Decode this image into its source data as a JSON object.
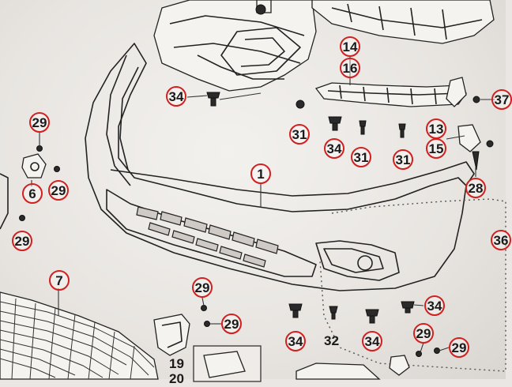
{
  "diagram": {
    "callouts": [
      {
        "id": "c1",
        "label": "1"
      },
      {
        "id": "c6",
        "label": "6"
      },
      {
        "id": "c7",
        "label": "7"
      },
      {
        "id": "c13",
        "label": "13"
      },
      {
        "id": "c14",
        "label": "14"
      },
      {
        "id": "c15",
        "label": "15"
      },
      {
        "id": "c16",
        "label": "16"
      },
      {
        "id": "c28",
        "label": "28"
      },
      {
        "id": "c29a",
        "label": "29"
      },
      {
        "id": "c29b",
        "label": "29"
      },
      {
        "id": "c29c",
        "label": "29"
      },
      {
        "id": "c29d",
        "label": "29"
      },
      {
        "id": "c29e",
        "label": "29"
      },
      {
        "id": "c29f",
        "label": "29"
      },
      {
        "id": "c29g",
        "label": "29"
      },
      {
        "id": "c31a",
        "label": "31"
      },
      {
        "id": "c31b",
        "label": "31"
      },
      {
        "id": "c31c",
        "label": "31"
      },
      {
        "id": "c34a",
        "label": "34"
      },
      {
        "id": "c34b",
        "label": "34"
      },
      {
        "id": "c34c",
        "label": "34"
      },
      {
        "id": "c34d",
        "label": "34"
      },
      {
        "id": "c34e",
        "label": "34"
      },
      {
        "id": "c36",
        "label": "36"
      },
      {
        "id": "c37",
        "label": "37"
      }
    ],
    "plain_labels": [
      {
        "id": "p32",
        "label": "32"
      },
      {
        "id": "p19",
        "label": "19"
      },
      {
        "id": "p20",
        "label": "20"
      }
    ]
  }
}
